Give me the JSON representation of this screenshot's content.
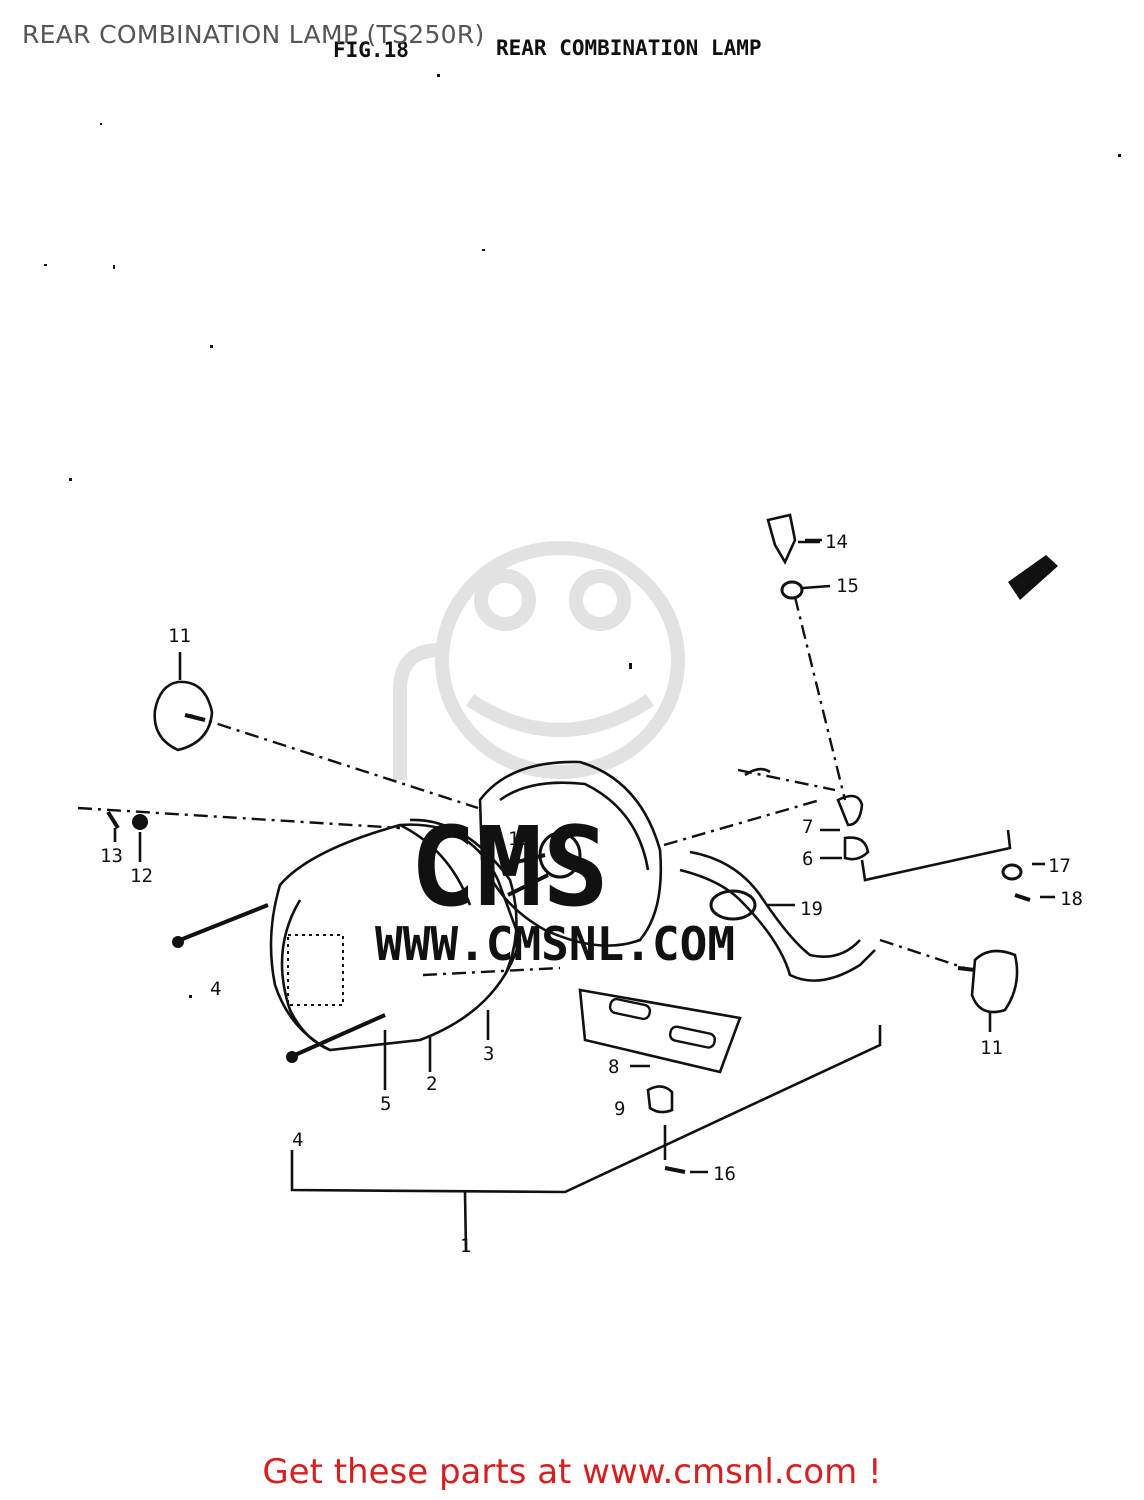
{
  "page": {
    "title": "REAR COMBINATION LAMP (TS250R)",
    "footer_cta": "Get these parts at www.cmsnl.com !"
  },
  "figure": {
    "number": "FIG.18",
    "heading": "REAR COMBINATION LAMP",
    "callouts": {
      "p1": "1",
      "p2": "2",
      "p3": "3",
      "p4a": "4",
      "p4b": "4",
      "p5": "5",
      "p6": "6",
      "p7": "7",
      "p8": "8",
      "p9": "9",
      "p10": "10",
      "p11a": "11",
      "p11b": "11",
      "p12": "12",
      "p13": "13",
      "p14": "14",
      "p15": "15",
      "p16": "16",
      "p17": "17",
      "p18": "18",
      "p19": "19"
    }
  },
  "watermark": {
    "logo_text": "CMS",
    "url_text": "WWW.CMSNL.COM"
  },
  "colors": {
    "cta": "#d62020",
    "title": "#555555",
    "ink": "#111111",
    "watermark": "#e2e2e2"
  }
}
